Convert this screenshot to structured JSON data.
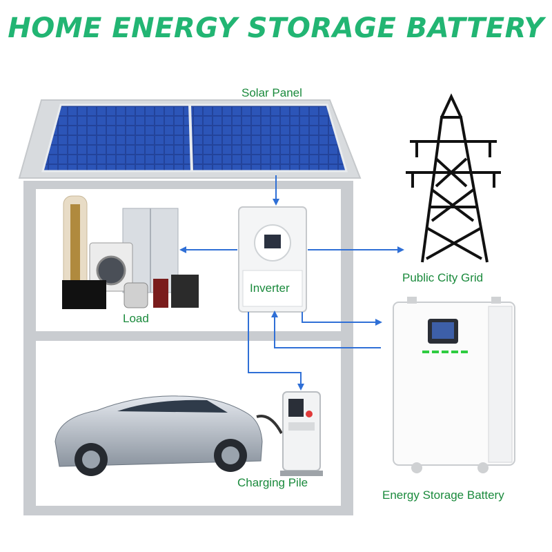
{
  "title": "HOME ENERGY STORAGE BATTERY",
  "labels": {
    "solar_panel": "Solar Panel",
    "load": "Load",
    "inverter": "Inverter",
    "public_grid": "Public City Grid",
    "battery": "Energy Storage Battery",
    "charging_pile": "Charging Pile"
  },
  "colors": {
    "title": "#22b573",
    "label": "#1a8a3c",
    "arrow": "#2f6fd6",
    "house": "#c9ccd0",
    "panel": "#1f3a8a"
  }
}
